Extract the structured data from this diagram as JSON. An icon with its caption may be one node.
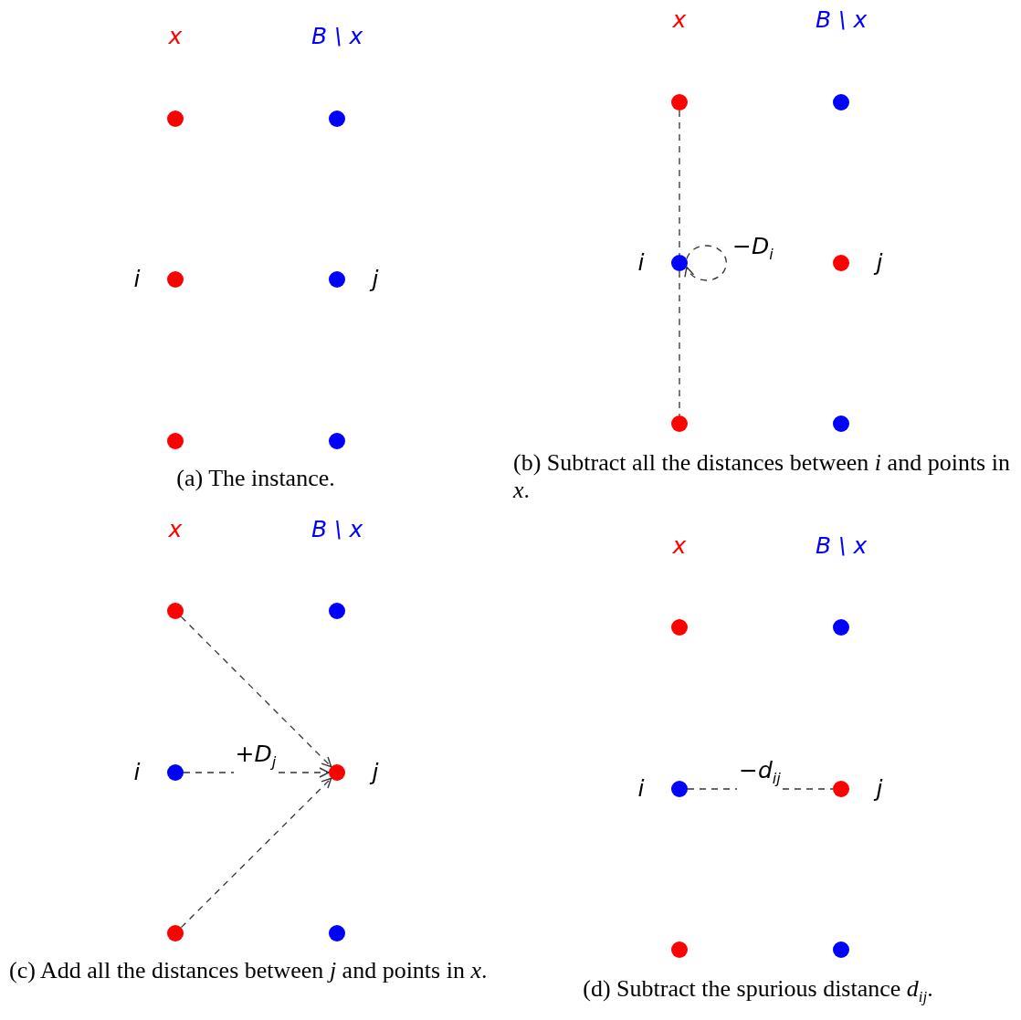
{
  "diagram": {
    "nodes": [
      {
        "text": [],
        "shape": "circle"
      },
      {
        "text": [],
        "shape": "circle"
      },
      {
        "text": [],
        "shape": "circle",
        "beside": [
          "i"
        ]
      },
      {
        "text": [],
        "shape": "circle",
        "beside": [
          "j"
        ]
      },
      {
        "text": [],
        "shape": "circle"
      },
      {
        "text": [],
        "shape": "circle"
      },
      {
        "text": [],
        "shape": "circle"
      },
      {
        "text": [],
        "shape": "circle"
      },
      {
        "text": [],
        "shape": "circle",
        "beside": [
          "i"
        ]
      },
      {
        "text": [],
        "shape": "circle",
        "beside": [
          "j"
        ]
      },
      {
        "text": [],
        "shape": "circle"
      },
      {
        "text": [],
        "shape": "circle"
      },
      {
        "text": [],
        "shape": "circle"
      },
      {
        "text": [],
        "shape": "circle"
      },
      {
        "text": [],
        "shape": "circle",
        "beside": [
          "i"
        ]
      },
      {
        "text": [],
        "shape": "circle",
        "beside": [
          "j"
        ]
      },
      {
        "text": [],
        "shape": "circle"
      },
      {
        "text": [],
        "shape": "circle"
      },
      {
        "text": [],
        "shape": "circle"
      },
      {
        "text": [],
        "shape": "circle"
      },
      {
        "text": [],
        "shape": "circle",
        "beside": [
          "i"
        ]
      },
      {
        "text": [],
        "shape": "circle",
        "beside": [
          "j"
        ]
      },
      {
        "text": [],
        "shape": "circle"
      },
      {
        "text": [],
        "shape": "circle"
      }
    ],
    "edges": [
      {
        "from": 6,
        "to": 8,
        "arrow": "none",
        "style": "dashed"
      },
      {
        "from": 8,
        "to": 8,
        "arrow": "to",
        "style": "dashed",
        "label": "−D$_{i}$"
      },
      {
        "from": 8,
        "to": 10,
        "arrow": "none",
        "style": "dashed"
      },
      {
        "from": 12,
        "to": 15,
        "arrow": "to",
        "style": "dashed"
      },
      {
        "from": 14,
        "to": 15,
        "arrow": "to",
        "style": "dashed",
        "label": "+D$_{j}$"
      },
      {
        "from": 16,
        "to": 15,
        "arrow": "to",
        "style": "dashed"
      },
      {
        "from": 20,
        "to": 21,
        "arrow": "none",
        "style": "dashed",
        "label": "−d$_{ij}$"
      }
    ],
    "labels": [
      "x",
      "B \\ x",
      "(a) The instance.",
      "x",
      "B \\ x",
      "(b) Subtract all the distances between *i* and points in *x*.",
      "x",
      "B \\ x",
      "(c) Add all the distances between *j* and points in *x*.",
      "x",
      "B \\ x",
      "(d) Subtract the spurious distance *d*$_{ij}$."
    ]
  }
}
